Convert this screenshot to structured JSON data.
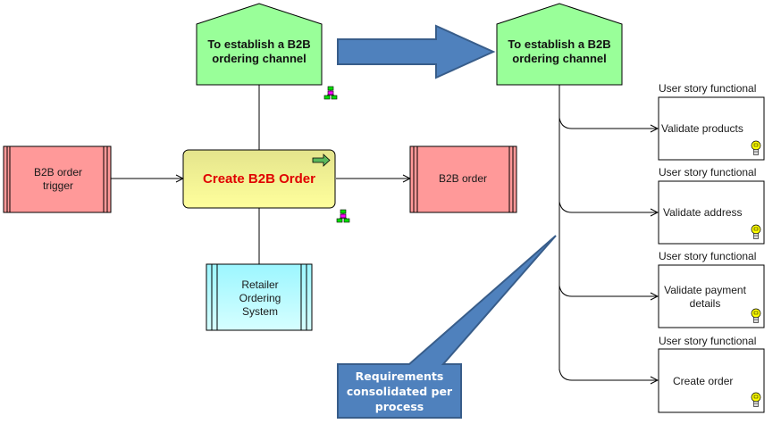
{
  "diagram": {
    "left_goal": {
      "label": "To establish a B2B ordering channel",
      "fill": "#99ff99"
    },
    "right_goal": {
      "label": "To establish a B2B ordering channel",
      "fill": "#99ff99"
    },
    "process": {
      "label": "Create B2B Order",
      "label_color": "#ff0000",
      "fill_top": "#e6e68a",
      "fill_bottom": "#ffff99"
    },
    "trigger_event": {
      "label": "B2B order trigger",
      "fill": "#ff9999"
    },
    "output_event": {
      "label": "B2B order",
      "fill": "#ff9999"
    },
    "system": {
      "label": "Retailer Ordering System",
      "fill_top": "#99ffff",
      "fill_bottom": "#ccffff"
    },
    "transition_arrow": {
      "color": "#4f81bd"
    },
    "callout": {
      "label": "Requirements consolidated per process",
      "fill": "#4f81bd"
    },
    "user_stories": [
      {
        "type_label": "User story functional",
        "label": "Validate products"
      },
      {
        "type_label": "User story functional",
        "label": "Validate address"
      },
      {
        "type_label": "User story functional",
        "label": "Validate payment details"
      },
      {
        "type_label": "User story functional",
        "label": "Create order"
      }
    ],
    "icons": {
      "hierarchy": "hierarchy-icon",
      "process_arrow": "arrow-right-icon",
      "lightbulb": "lightbulb-icon"
    }
  }
}
